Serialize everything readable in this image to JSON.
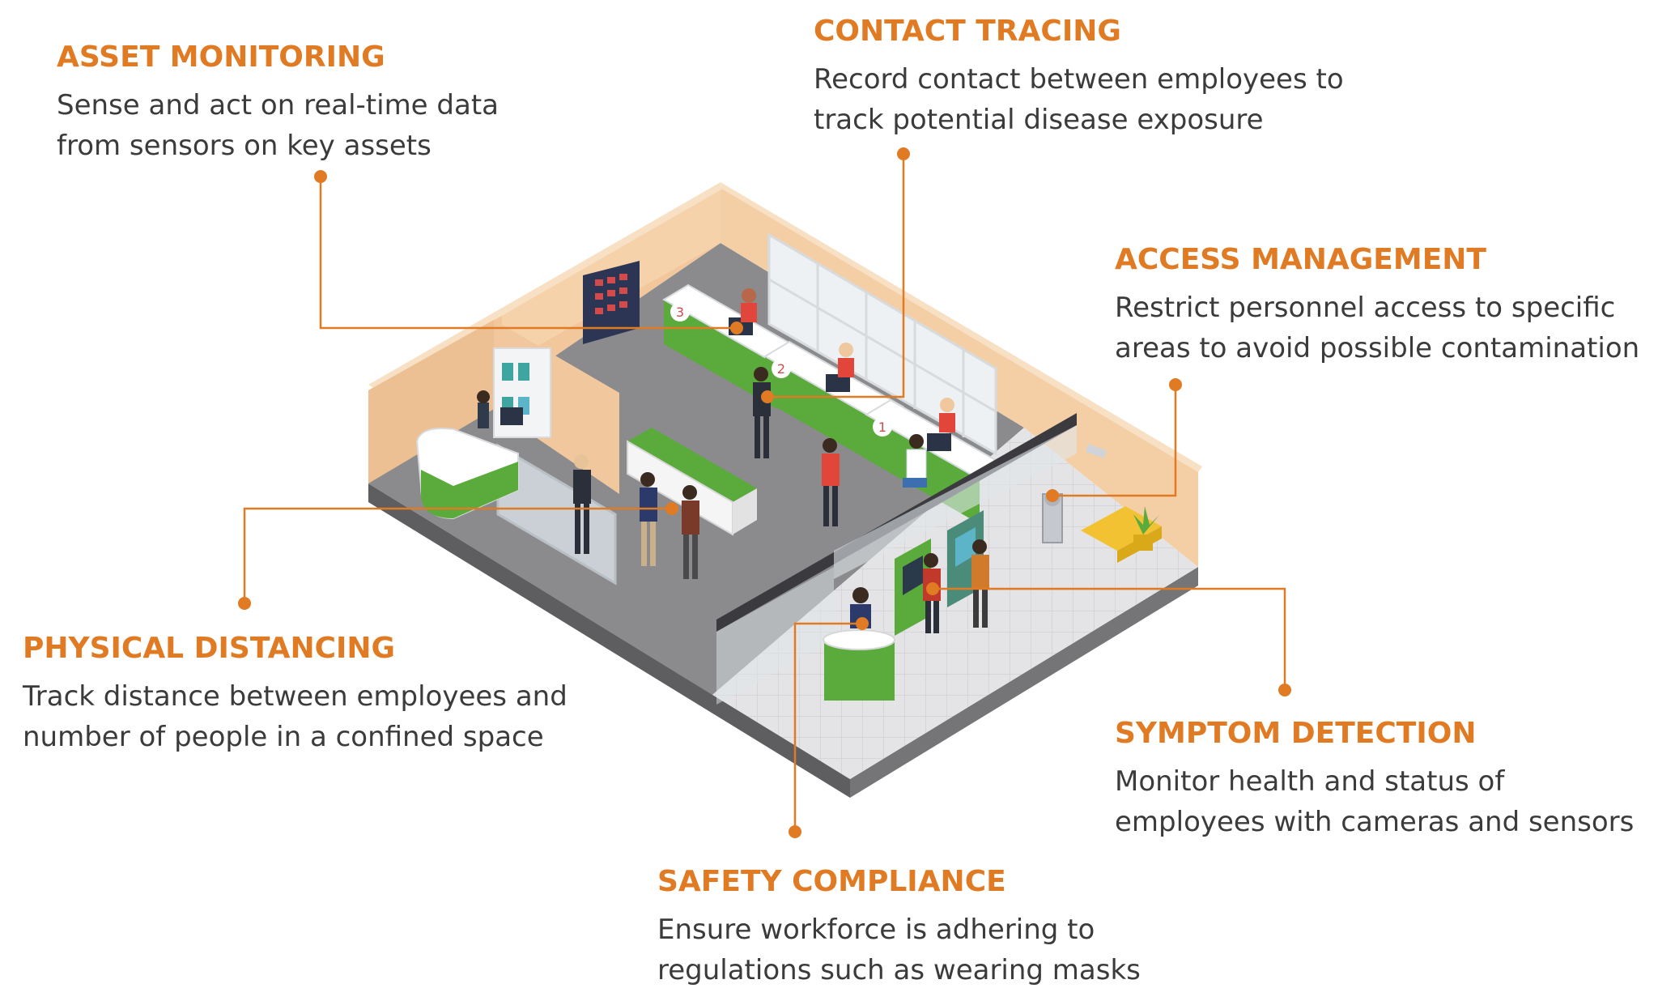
{
  "callouts": {
    "asset_monitoring": {
      "title": "ASSET MONITORING",
      "line1": "Sense and act on real-time data",
      "line2": "from sensors on key assets"
    },
    "contact_tracing": {
      "title": "CONTACT TRACING",
      "line1": "Record contact between employees to",
      "line2": "track potential disease exposure"
    },
    "access_management": {
      "title": "ACCESS MANAGEMENT",
      "line1": "Restrict personnel access to specific",
      "line2": "areas to avoid possible contamination"
    },
    "physical_distancing": {
      "title": "PHYSICAL DISTANCING",
      "line1": "Track distance between employees and",
      "line2": "number of people in a confined space"
    },
    "symptom_detection": {
      "title": "SYMPTOM DETECTION",
      "line1": "Monitor health and status of",
      "line2": "employees with cameras and sensors"
    },
    "safety_compliance": {
      "title": "SAFETY COMPLIANCE",
      "line1": "Ensure workforce is adhering to",
      "line2": "regulations such as wearing masks"
    }
  },
  "counters": {
    "c1": "1",
    "c2": "2",
    "c3": "3"
  },
  "colors": {
    "accent": "#e07b24",
    "text": "#3b3b3b",
    "floor": "#8a8a8c",
    "wall": "#f0c9a0",
    "green": "#5aaa3c"
  }
}
